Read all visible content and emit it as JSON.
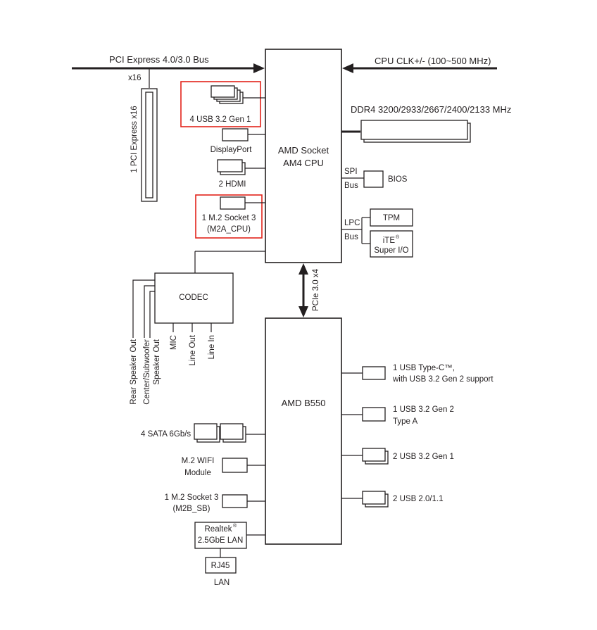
{
  "colors": {
    "line": "#231f20",
    "highlight": "#e2231a",
    "background": "#ffffff"
  },
  "buses": {
    "pcie": "PCI Express 4.0/3.0 Bus",
    "x16": "x16",
    "cpu_clk": "CPU CLK+/- (100~500 MHz)",
    "ddr4": "DDR4 3200/2933/2667/2400/2133 MHz",
    "pcie_link": "PCIe 3.0 x4"
  },
  "cpu": {
    "line1": "AMD Socket",
    "line2": "AM4 CPU"
  },
  "chipset": {
    "label": "AMD B550"
  },
  "slot": {
    "label": "1 PCI Express x16"
  },
  "cpu_left": {
    "usb": "4 USB 3.2 Gen 1",
    "displayport": "DisplayPort",
    "hdmi": "2 HDMI",
    "m2_line1": "1 M.2 Socket 3",
    "m2_line2": "(M2A_CPU)"
  },
  "cpu_right": {
    "spi": "SPI",
    "spi_bus": "Bus",
    "bios": "BIOS",
    "lpc": "LPC",
    "lpc_bus": "Bus",
    "tpm": "TPM",
    "ite": "iTE",
    "reg": "®",
    "superio": "Super I/O"
  },
  "codec": {
    "label": "CODEC",
    "jacks": [
      "Rear Speaker Out",
      "Center/Subwoofer",
      "Speaker Out",
      "MIC",
      "Line Out",
      "Line In"
    ]
  },
  "chipset_left": {
    "sata": "4 SATA 6Gb/s",
    "wifi_line1": "M.2 WIFI",
    "wifi_line2": "Module",
    "m2_line1": "1 M.2 Socket 3",
    "m2_line2": "(M2B_SB)",
    "lan_line1": "Realtek",
    "lan_reg": "®",
    "lan_line2": "2.5GbE LAN",
    "rj45": "RJ45",
    "lan": "LAN"
  },
  "chipset_right": {
    "typec_line1": "1 USB Type-C™,",
    "typec_line2": "with USB 3.2 Gen 2 support",
    "gen2_line1": "1 USB 3.2 Gen 2",
    "gen2_line2": "Type A",
    "gen1": "2 USB 3.2 Gen 1",
    "usb2": "2 USB 2.0/1.1"
  }
}
